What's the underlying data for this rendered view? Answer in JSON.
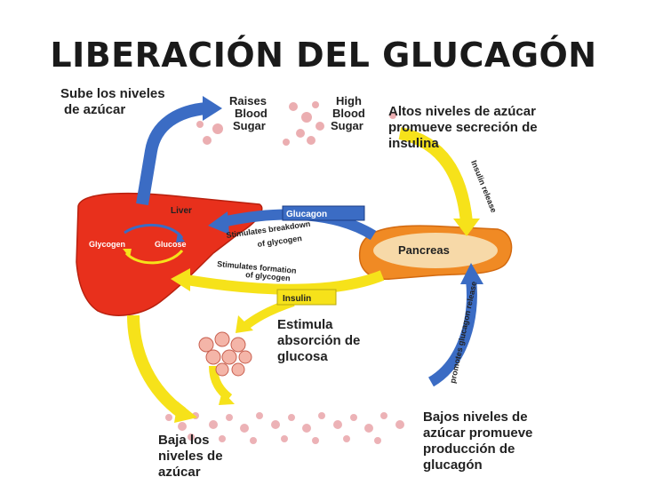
{
  "title": "LIBERACIÓN DEL GLUCAGÓN",
  "labels": {
    "top_left_line1": "Sube los niveles",
    "top_left_line2": "de azúcar",
    "raises_1": "Raises",
    "raises_2": "Blood",
    "raises_3": "Sugar",
    "high_1": "High",
    "high_2": "Blood",
    "high_3": "Sugar",
    "top_right_line1": "Altos niveles de azúcar",
    "top_right_line2": "promueve secreción de",
    "top_right_line3": "insulina",
    "insulin_release": "Insulin release",
    "liver": "Liver",
    "glycogen": "Glycogen",
    "glucose": "Glucose",
    "glucagon": "Glucagon",
    "stim_breakdown_1": "Stimulates breakdown",
    "stim_breakdown_2": "of glycogen",
    "pancreas": "Pancreas",
    "stim_formation_1": "Stimulates formation",
    "stim_formation_2": "of glycogen",
    "insulin": "Insulin",
    "estimula_1": "Estimula",
    "estimula_2": "absorción de",
    "estimula_3": "glucosa",
    "promotes_glucagon": "promotes glucagon release",
    "bottom_left_1": "Baja los",
    "bottom_left_2": "niveles de",
    "bottom_left_3": "azúcar",
    "bottom_right_1": "Bajos niveles de",
    "bottom_right_2": "azúcar promueve",
    "bottom_right_3": "producción de",
    "bottom_right_4": "glucagón"
  },
  "colors": {
    "liver": "#e8301c",
    "pancreas": "#f08a24",
    "yellow_arrow": "#f6e21a",
    "blue_arrow": "#3b6cc4",
    "sugar_dots": "#e8a0a4"
  }
}
